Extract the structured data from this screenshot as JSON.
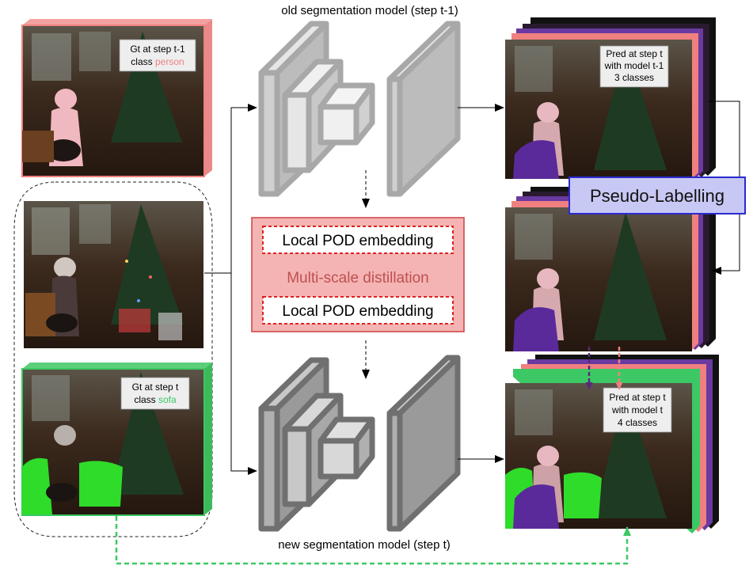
{
  "titles": {
    "old_model": "old segmentation model (step t-1)",
    "new_model": "new segmentation model (step t)"
  },
  "inputs": {
    "gt_prev": {
      "line1": "Gt at step t-1",
      "class_prefix": "class ",
      "class_name": "person",
      "class_color": "#f08080"
    },
    "gt_curr": {
      "line1": "Gt at step t",
      "class_prefix": "class ",
      "class_name": "sofa",
      "class_color": "#3cc864"
    }
  },
  "outputs": {
    "pred_prev": {
      "line1": "Pred at step t",
      "line2": "with model t-1",
      "line3": "3 classes"
    },
    "pred_curr": {
      "line1": "Pred at step t",
      "line2": "with model t",
      "line3": "4 classes"
    }
  },
  "distillation": {
    "pod_top": "Local POD embedding",
    "center": "Multi-scale distillation",
    "pod_bottom": "Local POD embedding"
  },
  "pseudo_label": "Pseudo-Labelling",
  "colors": {
    "person": "#f08080",
    "sofa": "#3cc864",
    "dog": "#5a2a7a",
    "background": "#1a1a1a",
    "distill_fill": "#f4b4b4",
    "distill_border": "#d04040",
    "pseudo_fill": "#c8c8f4",
    "pseudo_border": "#2a2ad0",
    "old_model": "#c0c0c0",
    "new_model": "#909090"
  }
}
